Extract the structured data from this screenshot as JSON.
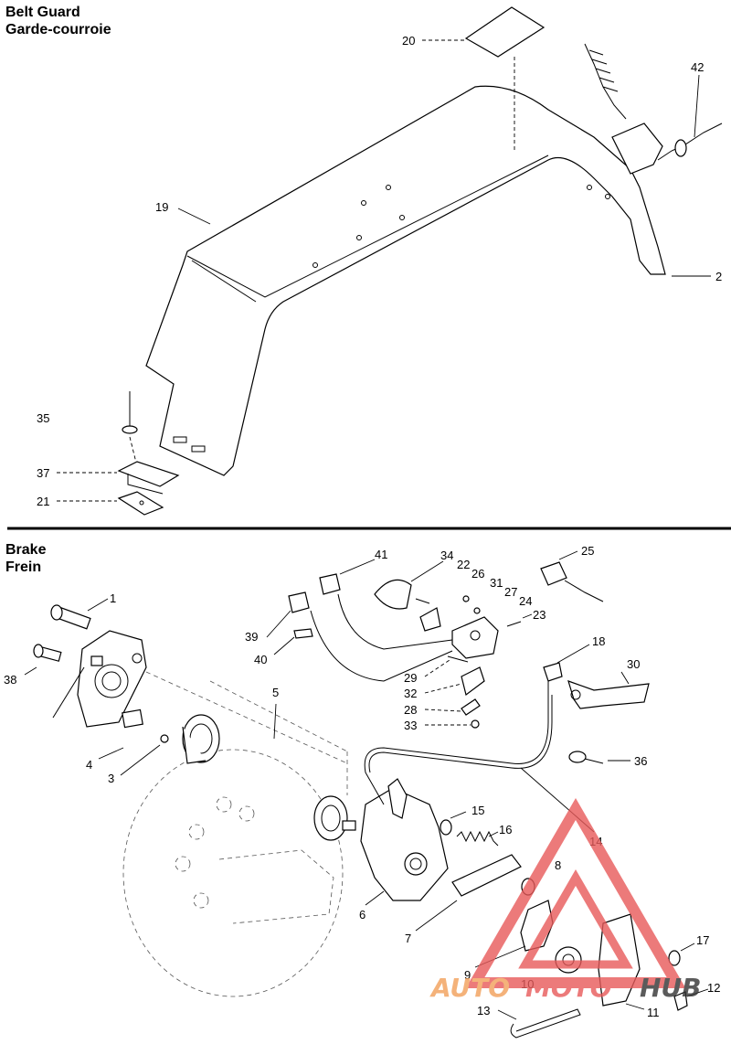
{
  "sections": {
    "belt_guard": {
      "title_en": "Belt Guard",
      "title_fr": "Garde-courroie"
    },
    "brake": {
      "title_en": "Brake",
      "title_fr": "Frein"
    }
  },
  "callouts": {
    "c1": "1",
    "c2": "2",
    "c3": "3",
    "c4": "4",
    "c5": "5",
    "c6": "6",
    "c7": "7",
    "c8": "8",
    "c9": "9",
    "c10": "10",
    "c11": "11",
    "c12": "12",
    "c13": "13",
    "c14": "14",
    "c15": "15",
    "c16": "16",
    "c17": "17",
    "c18": "18",
    "c19": "19",
    "c20": "20",
    "c21": "21",
    "c22": "22",
    "c23": "23",
    "c24": "24",
    "c25": "25",
    "c26": "26",
    "c27": "27",
    "c28": "28",
    "c29": "29",
    "c30": "30",
    "c31": "31",
    "c32": "32",
    "c33": "33",
    "c34": "34",
    "c35": "35",
    "c36": "36",
    "c37": "37",
    "c38": "38",
    "c39": "39",
    "c40": "40",
    "c41": "41",
    "c42": "42"
  },
  "watermark": {
    "text_a": "AUTO",
    "text_b": "MOTO",
    "text_c": "HUB",
    "color_red": "#e85a5a",
    "color_orange": "#f2a05a",
    "color_dark": "#333333"
  },
  "colors": {
    "line": "#000000",
    "divider": "#000000",
    "background": "#ffffff"
  }
}
